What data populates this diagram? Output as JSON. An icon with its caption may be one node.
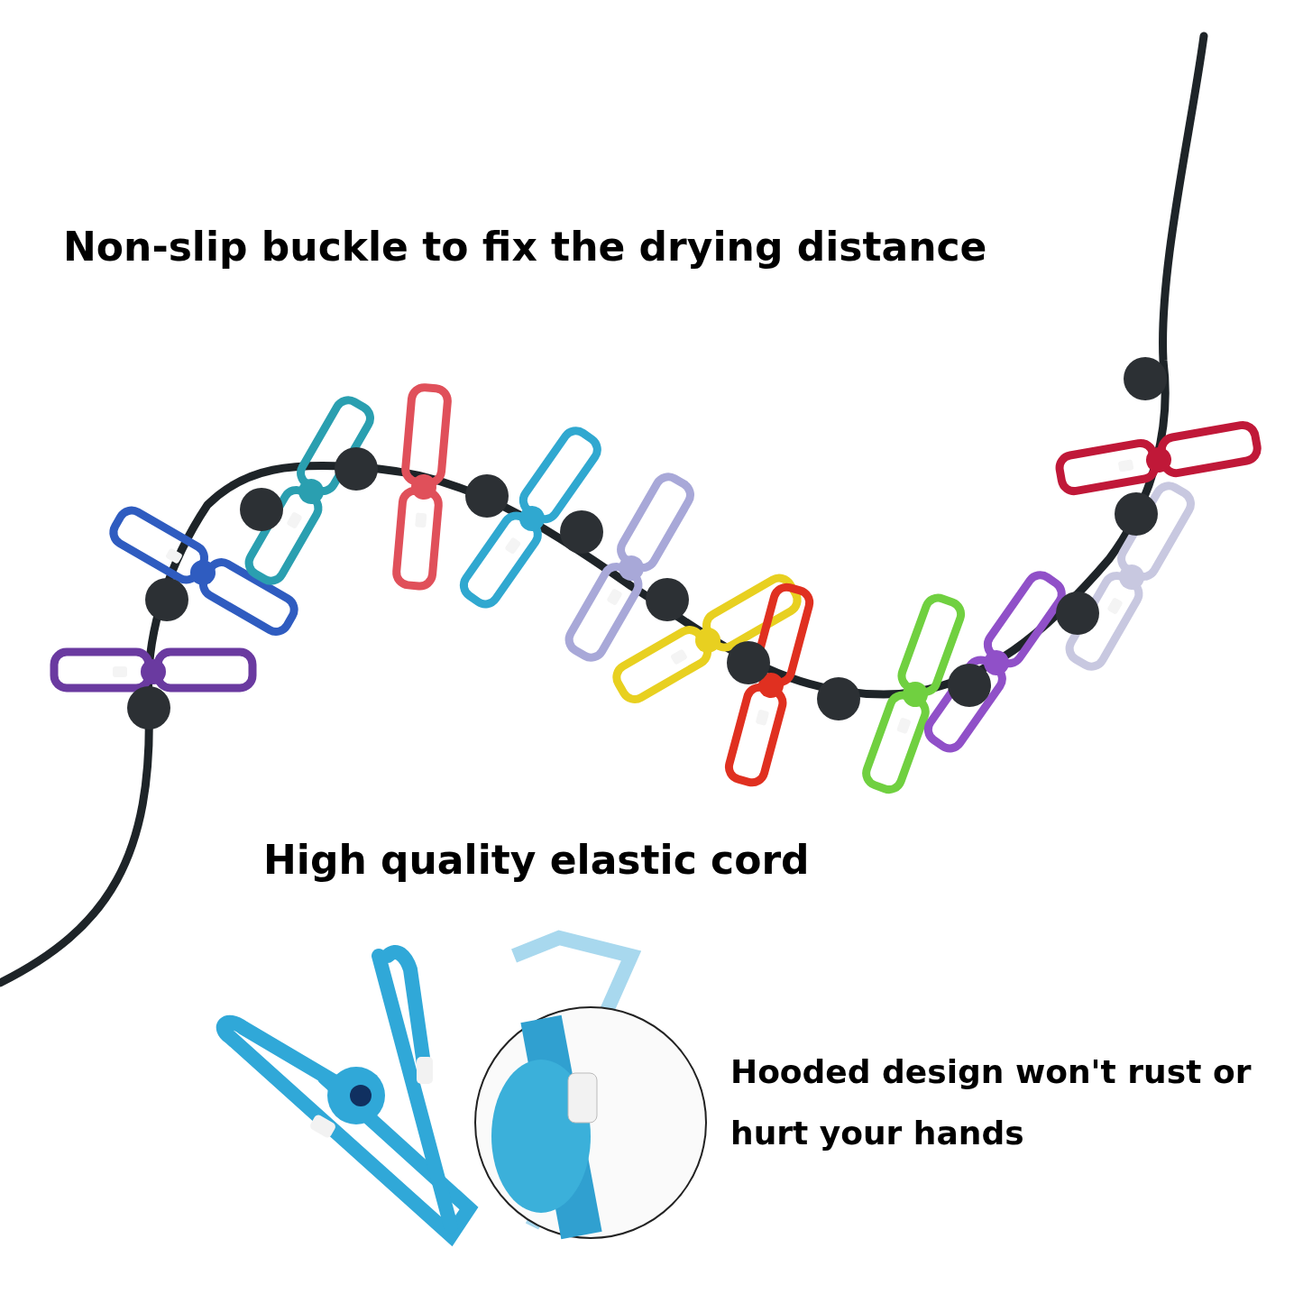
{
  "diagram": {
    "labels": [
      "Non-slip buckle to fix the drying distance",
      "High quality elastic cord",
      "Hooded design won't rust or hurt your hands"
    ]
  }
}
